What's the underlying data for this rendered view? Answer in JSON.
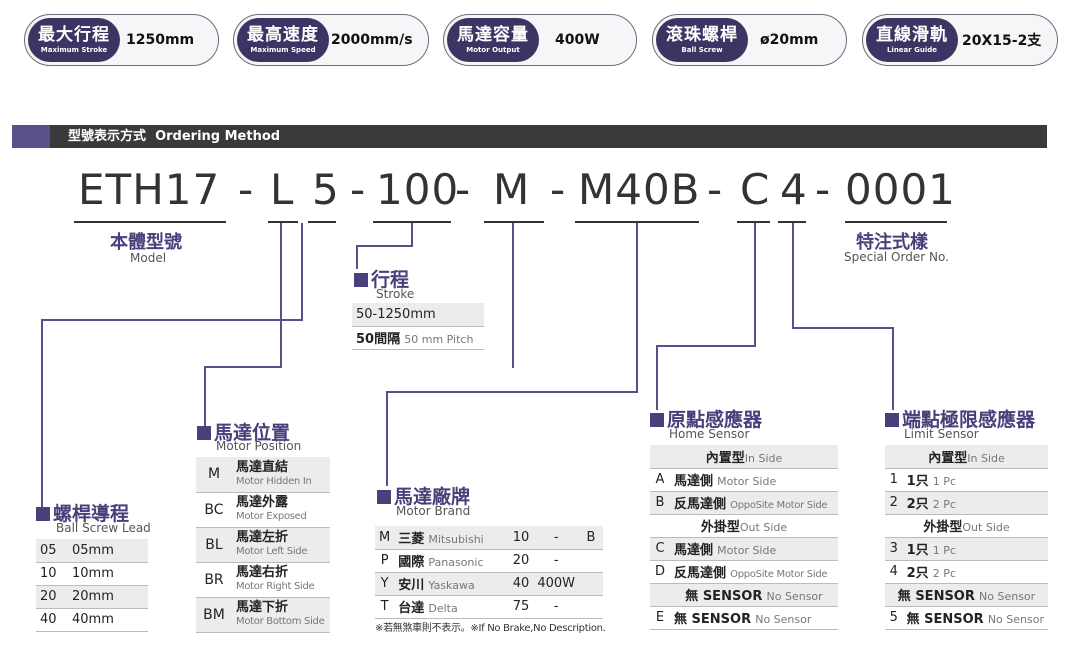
{
  "specs": [
    {
      "zh": "最大行程",
      "en": "Maximum Stroke",
      "value": "1250mm"
    },
    {
      "zh": "最高速度",
      "en": "Maximum Speed",
      "value": "2000mm/s"
    },
    {
      "zh": "馬達容量",
      "en": "Motor Output",
      "value": "400W"
    },
    {
      "zh": "滾珠螺桿",
      "en": "Ball Screw",
      "value": "ø20mm"
    },
    {
      "zh": "直線滑軌",
      "en": "Linear Guide",
      "value": "20X15-2支"
    }
  ],
  "section": {
    "zh": "型號表示方式",
    "en": "Ordering Method"
  },
  "code": {
    "p1": "ETH17",
    "d1": "-",
    "p2": "L",
    "p3": "5",
    "d2": "-",
    "p4": "100",
    "d3": "-",
    "p5": "M",
    "d4": "-",
    "p6": "M40B",
    "d5": "-",
    "p7": "C",
    "p8": "4",
    "d6": "-",
    "p9": "0001"
  },
  "model": {
    "zh": "本體型號",
    "en": "Model"
  },
  "special": {
    "zh": "特注式樣",
    "en": "Special Order No."
  },
  "stroke": {
    "zh": "行程",
    "en": "Stroke",
    "rows": [
      {
        "a": "50-1250mm",
        "b": ""
      },
      {
        "a": "50間隔",
        "b": "50 mm Pitch"
      }
    ]
  },
  "lead": {
    "zh": "螺桿導程",
    "en": "Ball Screw Lead",
    "rows": [
      [
        "05",
        "05mm"
      ],
      [
        "10",
        "10mm"
      ],
      [
        "20",
        "20mm"
      ],
      [
        "40",
        "40mm"
      ]
    ]
  },
  "position": {
    "zh": "馬達位置",
    "en": "Motor Position",
    "rows": [
      {
        "code": "M",
        "zh": "馬達直結",
        "en": "Motor Hidden In"
      },
      {
        "code": "BC",
        "zh": "馬達外露",
        "en": "Motor Exposed"
      },
      {
        "code": "BL",
        "zh": "馬達左折",
        "en": "Motor Left Side"
      },
      {
        "code": "BR",
        "zh": "馬達右折",
        "en": "Motor Right Side"
      },
      {
        "code": "BM",
        "zh": "馬達下折",
        "en": "Motor Bottom Side"
      }
    ]
  },
  "brand": {
    "zh": "馬達廠牌",
    "en": "Motor Brand",
    "rows": [
      {
        "code": "M",
        "zh": "三菱",
        "en": "Mitsubishi",
        "n": "10",
        "w": "-",
        "x": "B"
      },
      {
        "code": "P",
        "zh": "國際",
        "en": "Panasonic",
        "n": "20",
        "w": "-",
        "x": ""
      },
      {
        "code": "Y",
        "zh": "安川",
        "en": "Yaskawa",
        "n": "40",
        "w": "400W",
        "x": ""
      },
      {
        "code": "T",
        "zh": "台達",
        "en": "Delta",
        "n": "75",
        "w": "-",
        "x": ""
      }
    ],
    "note": "※若無煞車則不表示。※If No Brake,No Description."
  },
  "home": {
    "zh": "原點感應器",
    "en": "Home Sensor",
    "in_zh": "內置型",
    "in_en": "In Side",
    "out_zh": "外掛型",
    "out_en": "Out Side",
    "rows_in": [
      {
        "code": "A",
        "zh": "馬達側",
        "en": "Motor Side"
      },
      {
        "code": "B",
        "zh": "反馬達側",
        "en": "OppoSite Motor Side"
      }
    ],
    "rows_out": [
      {
        "code": "C",
        "zh": "馬達側",
        "en": "Motor Side"
      },
      {
        "code": "D",
        "zh": "反馬達側",
        "en": "OppoSite Motor Side"
      }
    ],
    "none_zh": "無 SENSOR",
    "none_en": "No Sensor",
    "e_code": "E"
  },
  "limit": {
    "zh": "端點極限感應器",
    "en": "Limit Sensor",
    "in_zh": "內置型",
    "in_en": "In Side",
    "out_zh": "外掛型",
    "out_en": "Out Side",
    "rows_in": [
      {
        "code": "1",
        "zh": "1只",
        "en": "1 Pc"
      },
      {
        "code": "2",
        "zh": "2只",
        "en": "2 Pc"
      }
    ],
    "rows_out": [
      {
        "code": "3",
        "zh": "1只",
        "en": "1 Pc"
      },
      {
        "code": "4",
        "zh": "2只",
        "en": "2 Pc"
      }
    ],
    "none_zh": "無 SENSOR",
    "none_en": "No Sensor",
    "e_code": "5"
  }
}
